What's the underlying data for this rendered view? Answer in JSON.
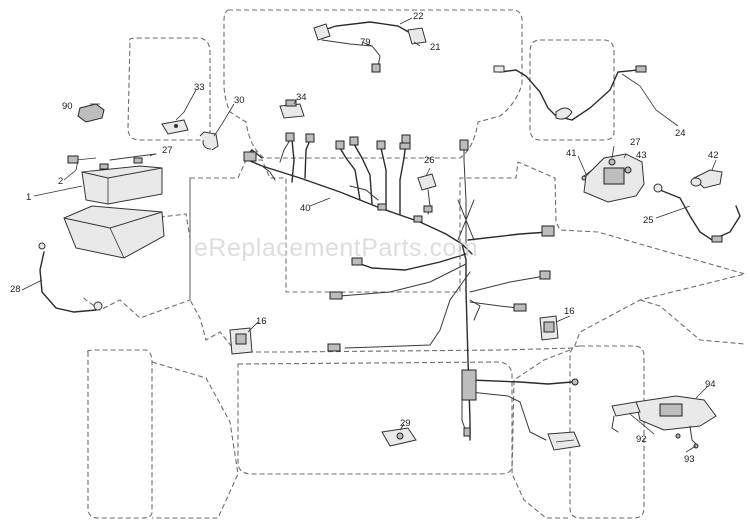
{
  "watermark": "eReplacementParts.com",
  "callouts": {
    "c90": "90",
    "c33": "33",
    "c30": "30",
    "c34": "34",
    "c22": "22",
    "c79": "79",
    "c21": "21",
    "c24": "24",
    "c27a": "27",
    "c27b": "27",
    "c2": "2",
    "c1": "1",
    "c40": "40",
    "c26": "26",
    "c41": "41",
    "c43": "43",
    "c42": "42",
    "c25": "25",
    "c28": "28",
    "c16a": "16",
    "c16b": "16",
    "c29": "29",
    "c94": "94",
    "c92": "92",
    "c93": "93"
  }
}
